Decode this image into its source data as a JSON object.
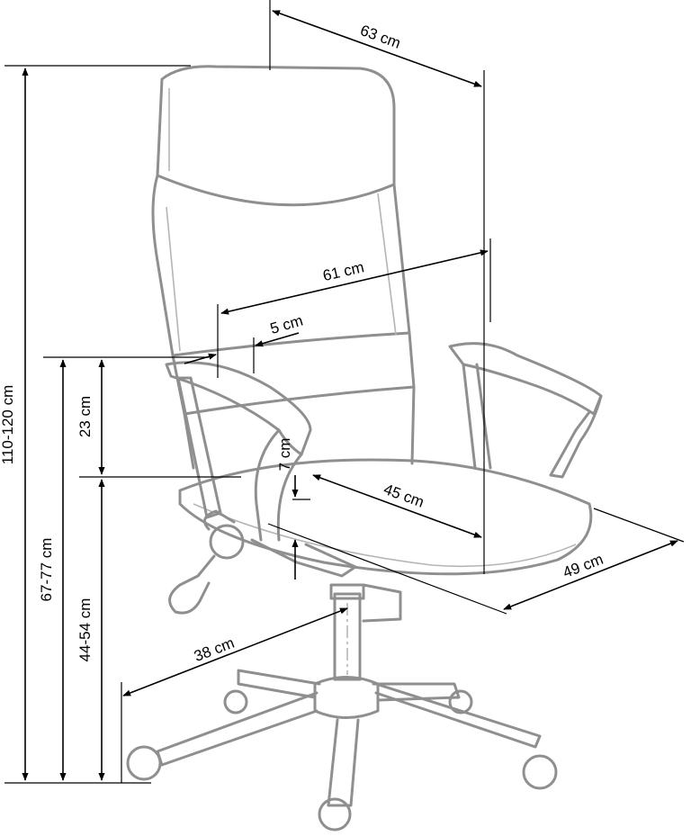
{
  "dimensions": {
    "top_depth": "63 cm",
    "arm_width": "61 cm",
    "armrest_thickness": "5 cm",
    "armrest_height": "23 cm",
    "total_height": "110-120 cm",
    "arm_height_floor": "67-77 cm",
    "seat_height": "44-54 cm",
    "seat_thickness": "7 cm",
    "seat_depth": "45 cm",
    "seat_width": "49 cm",
    "base_radius": "38 cm"
  }
}
